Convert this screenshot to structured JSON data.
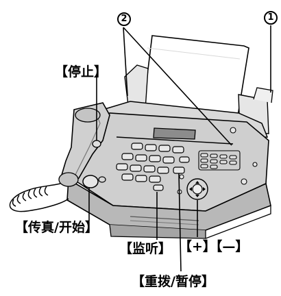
{
  "callouts": {
    "num1": "1",
    "num2": "2",
    "stop": "【停止】",
    "fax_start": "【传真/开始】",
    "monitor": "【监听】",
    "plus_minus": "【+】【—】",
    "redial_pause": "【重拨/暂停】"
  }
}
